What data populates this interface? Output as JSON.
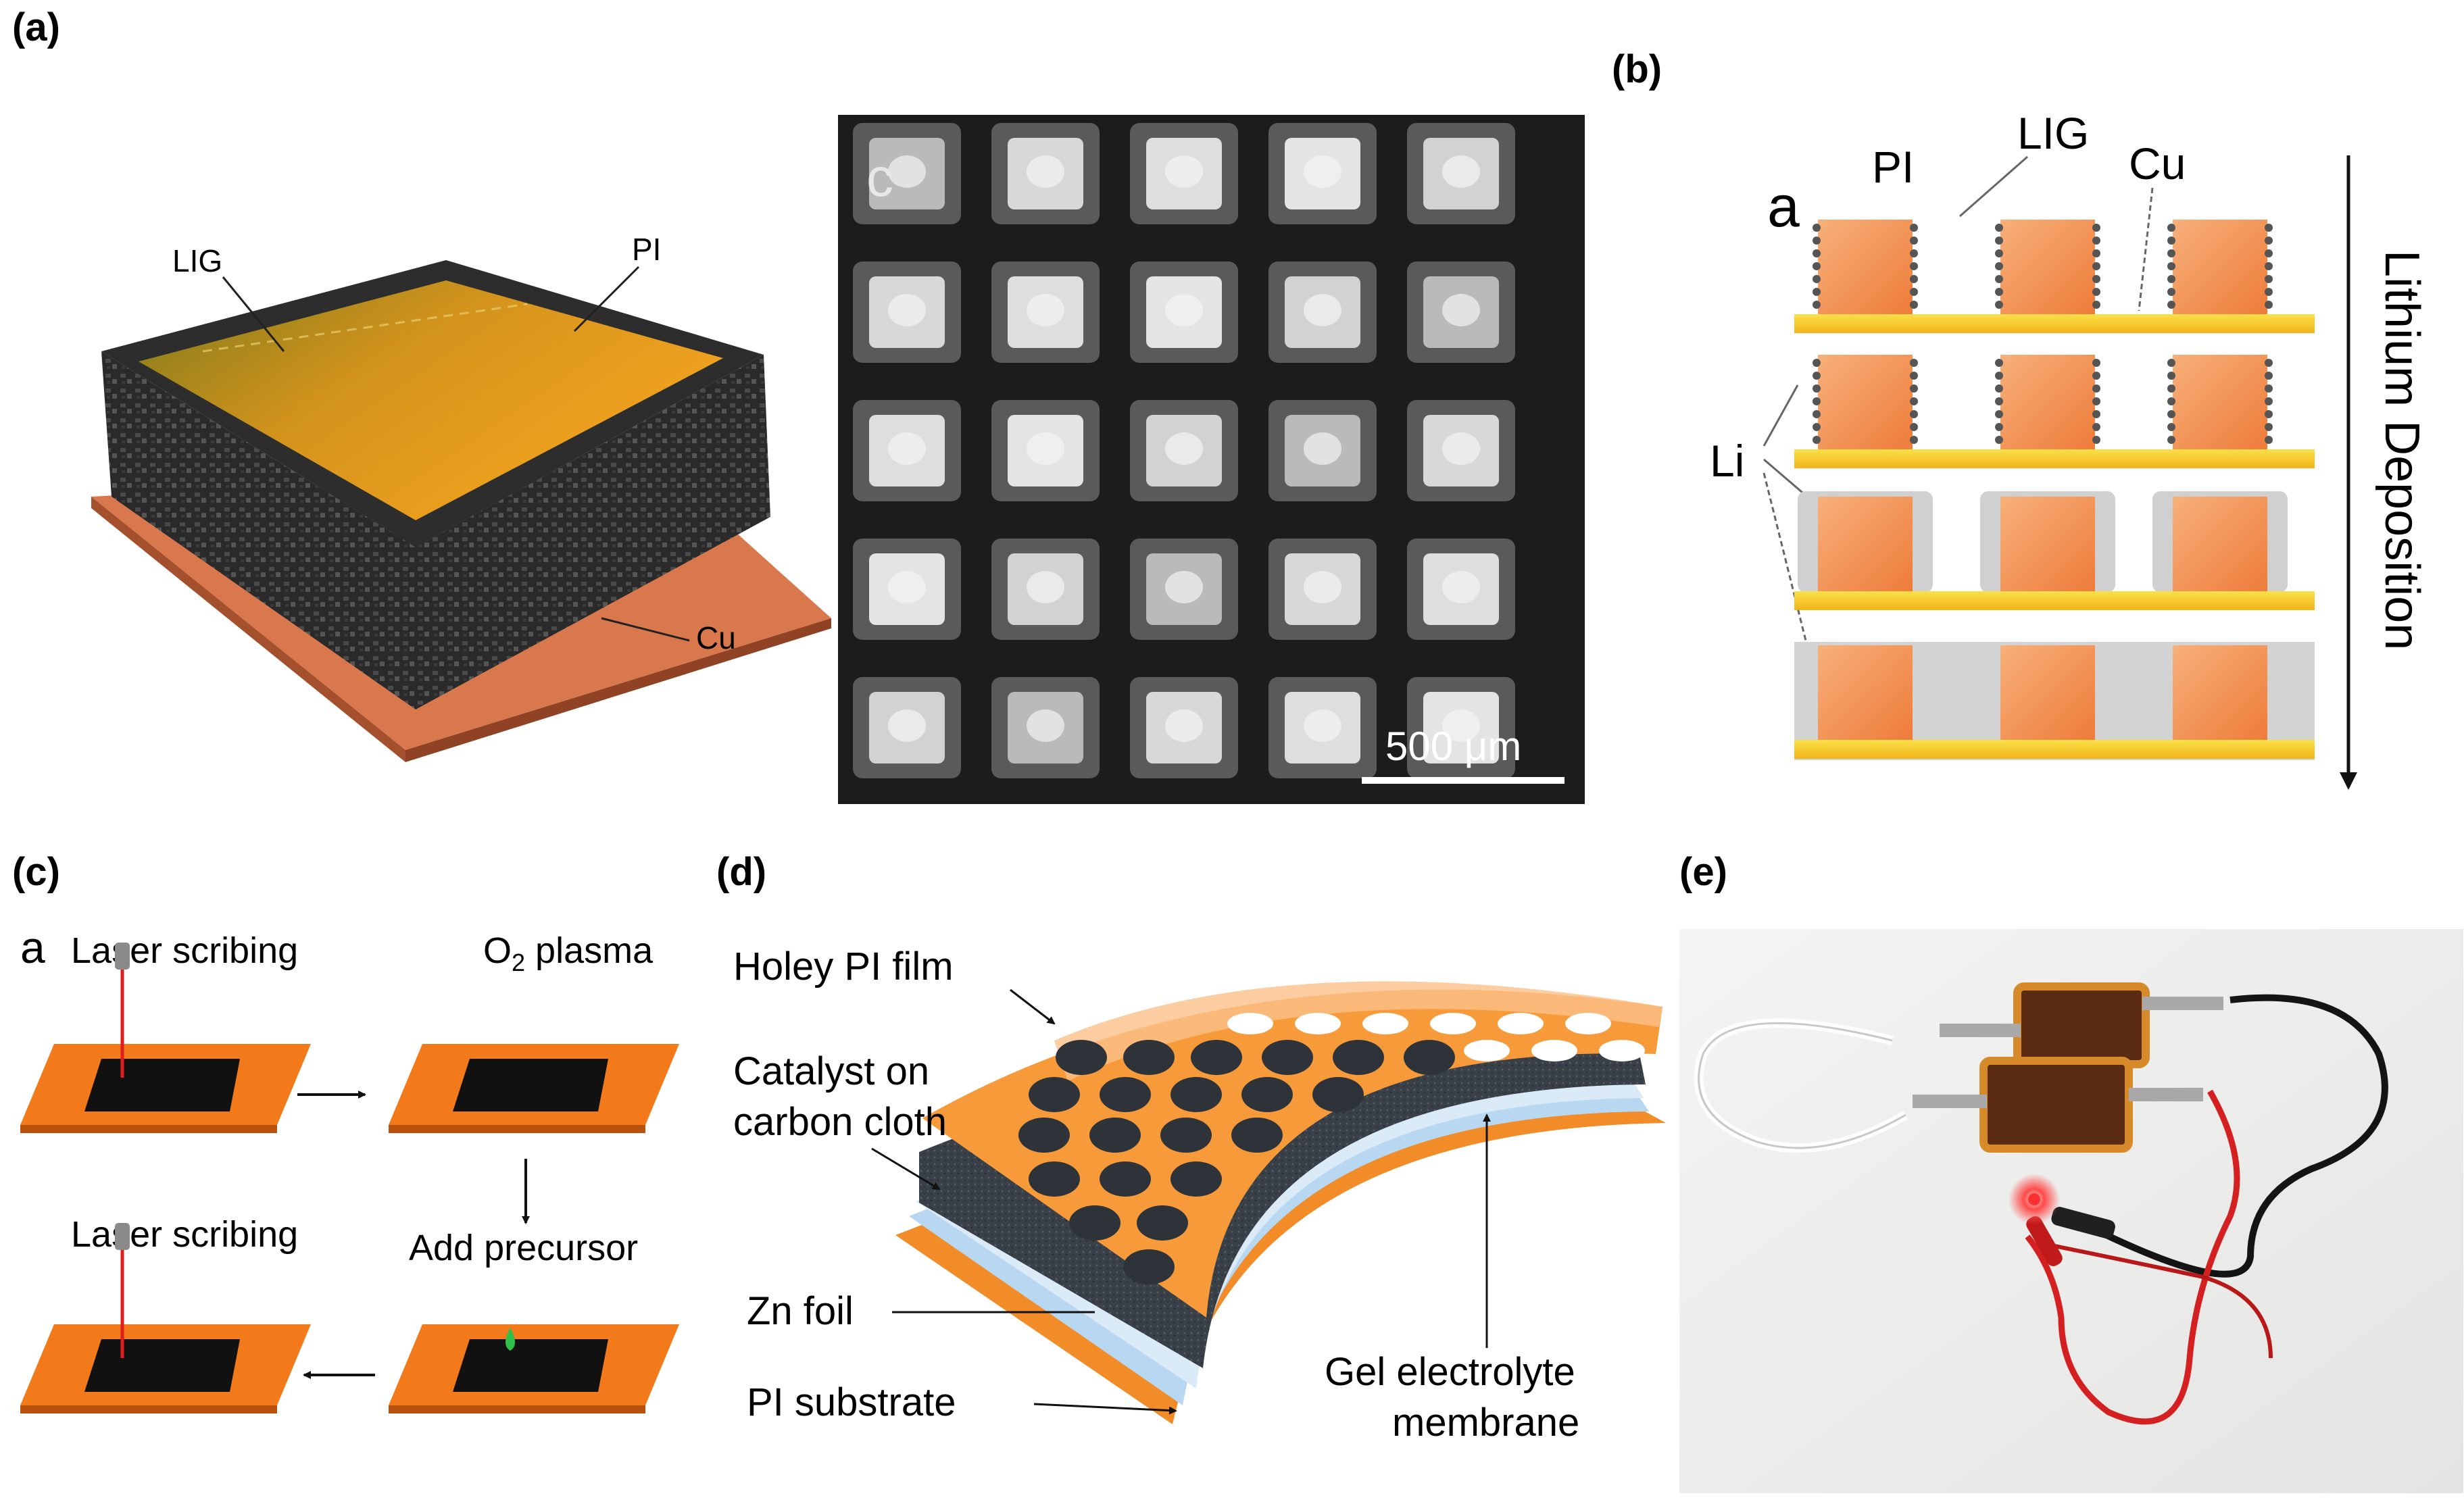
{
  "panels": {
    "a": {
      "tag": "(a)",
      "labels": {
        "lig": "LIG",
        "pi": "PI",
        "cu": "Cu"
      },
      "sem": {
        "corner": "c",
        "scale": "500 μm",
        "rows": 5,
        "cols": 5
      }
    },
    "b": {
      "tag": "(b)",
      "sub": "a",
      "labels": {
        "pi": "PI",
        "lig": "LIG",
        "cu": "Cu",
        "li": "Li"
      },
      "arrow_text": "Lithium Deposition"
    },
    "c": {
      "tag": "(c)",
      "sub": "a",
      "steps": {
        "s1": "Laser scribing",
        "s2_main": "O",
        "s2_sub": "2",
        "s2_rest": " plasma",
        "s3": "Add precursor",
        "s4": "Laser scribing"
      }
    },
    "d": {
      "tag": "(d)",
      "labels": {
        "holey": "Holey PI film",
        "catalyst_1": "Catalyst on",
        "catalyst_2": "carbon cloth",
        "zn": "Zn foil",
        "pi_sub": "PI substrate",
        "gel_1": "Gel electrolyte",
        "gel_2": "membrane"
      }
    },
    "e": {
      "tag": "(e)"
    }
  },
  "colors": {
    "pi_orange": "#f7921e",
    "copper": "#d9774c",
    "lig_dark": "#2b2b2b",
    "gold": "#f6c21a",
    "lithium_grey": "#cfcfcf",
    "separator_blue": "#b8d8f2",
    "cloth_dark": "#333a44",
    "wire_red": "#d42020"
  }
}
